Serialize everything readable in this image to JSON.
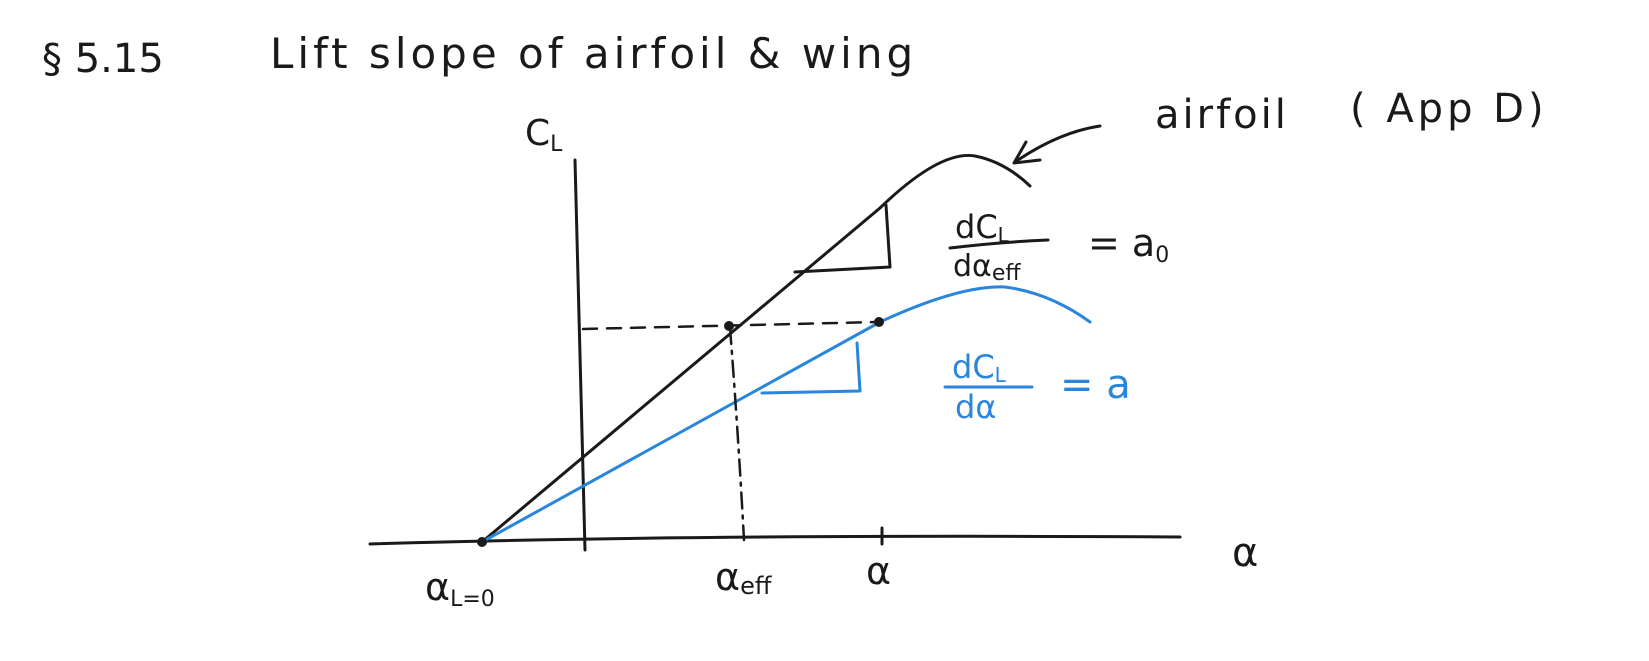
{
  "title": {
    "section": "§ 5.15",
    "text": "Lift slope of airfoil & wing"
  },
  "axes": {
    "y_label": "C",
    "y_label_sub": "L",
    "x_label": "α"
  },
  "x_ticks": {
    "zero_lift": "α",
    "zero_lift_sub": "L=0",
    "effective": "α",
    "effective_sub": "eff",
    "alpha": "α"
  },
  "annotations": {
    "airfoil_label": "airfoil",
    "airfoil_ref": "( App D)",
    "airfoil_slope_num": "dC",
    "airfoil_slope_num_sub": "L",
    "airfoil_slope_den": "dα",
    "airfoil_slope_den_sub": "eff",
    "airfoil_slope_eq": "= a",
    "airfoil_slope_eq_sub": "0",
    "wing_slope_num": "dC",
    "wing_slope_num_sub": "L",
    "wing_slope_den": "dα",
    "wing_slope_eq": "= a"
  },
  "colors": {
    "ink": "#1a1a1a",
    "wing_curve": "#2a86dc"
  }
}
